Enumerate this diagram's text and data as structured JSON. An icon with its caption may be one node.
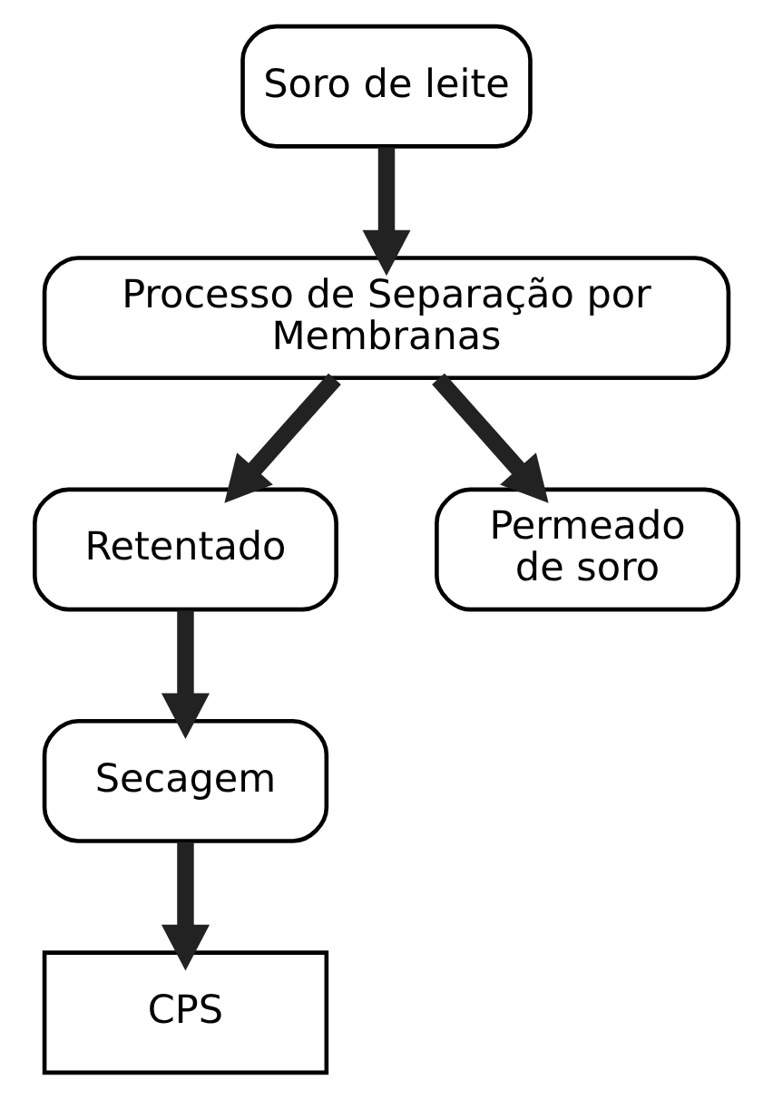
{
  "diagram": {
    "nodes": [
      {
        "text": [
          "Soro de leite"
        ]
      },
      {
        "text": [
          "Processo de Separação por Membranas"
        ]
      },
      {
        "text": [
          "Retentado"
        ]
      },
      {
        "text": [
          "Permeado de soro"
        ]
      },
      {
        "text": [
          "Secagem"
        ]
      },
      {
        "text": [
          "CPS"
        ]
      }
    ],
    "edges": [
      {
        "from": 0,
        "to": 1,
        "arrow": "to"
      },
      {
        "from": 1,
        "to": 2,
        "arrow": "to"
      },
      {
        "from": 1,
        "to": 3,
        "arrow": "to"
      },
      {
        "from": 2,
        "to": 4,
        "arrow": "to"
      },
      {
        "from": 4,
        "to": 5,
        "arrow": "to"
      }
    ]
  }
}
